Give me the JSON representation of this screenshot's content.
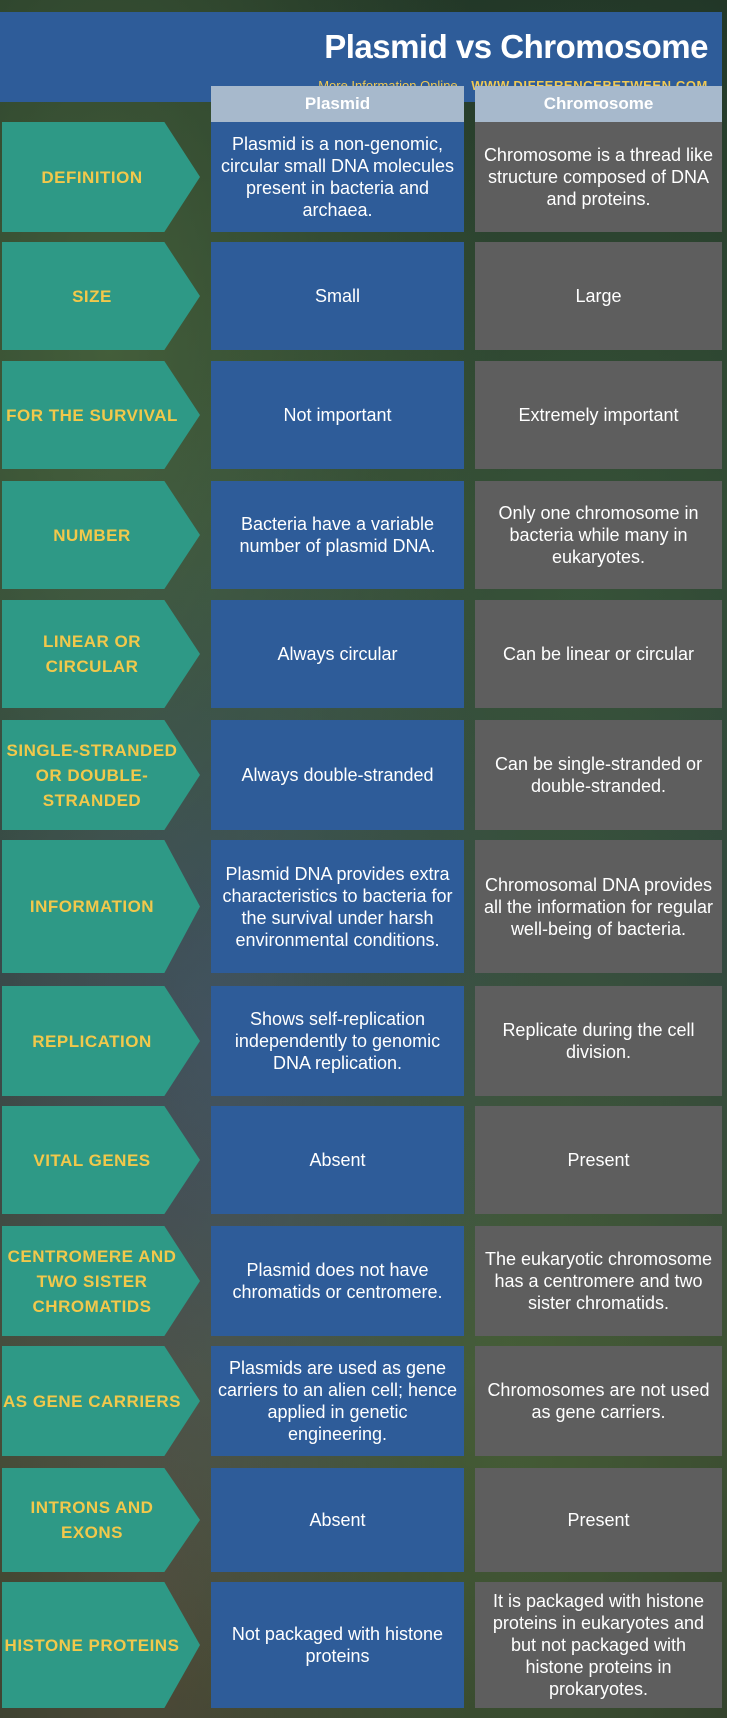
{
  "header": {
    "title": "Plasmid vs Chromosome",
    "more_info": "More Information  Online",
    "site": "WWW.DIFFERENCEBETWEEN.COM"
  },
  "columns": {
    "plasmid": "Plasmid",
    "chromosome": "Chromosome"
  },
  "rows": [
    {
      "label": "DEFINITION",
      "plasmid": "Plasmid is a non-genomic, circular small DNA molecules present in bacteria and archaea.",
      "chromosome": "Chromosome is a thread like structure composed of DNA and proteins."
    },
    {
      "label": "SIZE",
      "plasmid": "Small",
      "chromosome": "Large"
    },
    {
      "label": "FOR THE SURVIVAL",
      "plasmid": "Not important",
      "chromosome": "Extremely important"
    },
    {
      "label": "NUMBER",
      "plasmid": "Bacteria have a variable number of plasmid DNA.",
      "chromosome": "Only one chromosome in bacteria while many in eukaryotes."
    },
    {
      "label": "LINEAR OR CIRCULAR",
      "plasmid": "Always circular",
      "chromosome": "Can be linear or circular"
    },
    {
      "label": "SINGLE-STRANDED OR DOUBLE-STRANDED",
      "plasmid": "Always double-stranded",
      "chromosome": "Can be single-stranded or double-stranded."
    },
    {
      "label": "INFORMATION",
      "plasmid": "Plasmid DNA provides extra characteristics to bacteria for the survival under harsh environmental conditions.",
      "chromosome": "Chromosomal DNA provides all the information for regular well-being of bacteria."
    },
    {
      "label": "REPLICATION",
      "plasmid": "Shows self-replication independently to genomic DNA replication.",
      "chromosome": "Replicate during the cell division."
    },
    {
      "label": "VITAL GENES",
      "plasmid": "Absent",
      "chromosome": "Present"
    },
    {
      "label": "CENTROMERE AND TWO SISTER CHROMATIDS",
      "plasmid": "Plasmid does not have chromatids or centromere.",
      "chromosome": "The eukaryotic chromosome has a centromere and two sister chromatids."
    },
    {
      "label": "AS GENE CARRIERS",
      "plasmid": "Plasmids are used as gene carriers to an alien cell; hence applied in genetic engineering.",
      "chromosome": "Chromosomes are not used as gene carriers."
    },
    {
      "label": "INTRONS AND EXONS",
      "plasmid": "Absent",
      "chromosome": "Present"
    },
    {
      "label": "HISTONE PROTEINS",
      "plasmid": "Not packaged with histone proteins",
      "chromosome": "It is packaged with histone proteins in eukaryotes and but not packaged with histone proteins in prokaryotes."
    }
  ]
}
